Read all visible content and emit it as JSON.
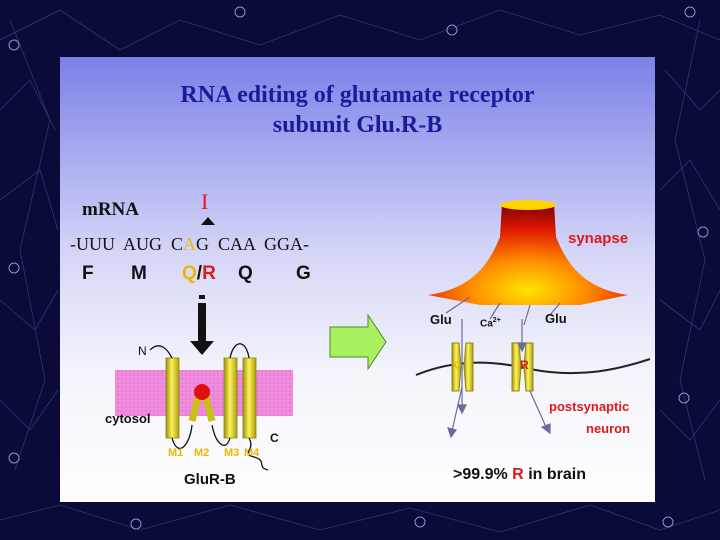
{
  "slide": {
    "title_line1": "RNA editing of glutamate receptor",
    "title_line2": "subunit Glu.R-B"
  },
  "mrna": {
    "label": "mRNA",
    "edit_base": "I",
    "seq_prefix": "-UUU  AUG  C",
    "seq_edited": "A",
    "seq_suffix": "G  CAA  GGA-",
    "aa_f": "F",
    "aa_m": "M",
    "aa_q": "Q",
    "aa_slash": "/",
    "aa_r": "R",
    "aa_q2": "Q",
    "aa_g": "G"
  },
  "receptor": {
    "n_label": "N",
    "cytosol_label": "cytosol",
    "c_label": "C",
    "m1": "M1",
    "m2": "M2",
    "m3": "M3",
    "m4": "M4",
    "name": "GluR-B"
  },
  "synapse": {
    "synapse_label": "synapse",
    "glu_left": "Glu",
    "ca": "Ca",
    "ca_charge": "2+",
    "glu_right": "Glu",
    "q_mark": "Q",
    "r_mark": "R",
    "post_line1": "postsynaptic",
    "post_line2": "neuron",
    "stat_prefix": ">99.9%",
    "stat_r": "R",
    "stat_suffix": "in brain"
  },
  "colors": {
    "title": "#1a1a9a",
    "red": "#dd1a1a",
    "membrane": "#f08be0",
    "helix": "#e8df1e",
    "arrow_fill": "#a8f060",
    "background": "#0b0b3a"
  }
}
